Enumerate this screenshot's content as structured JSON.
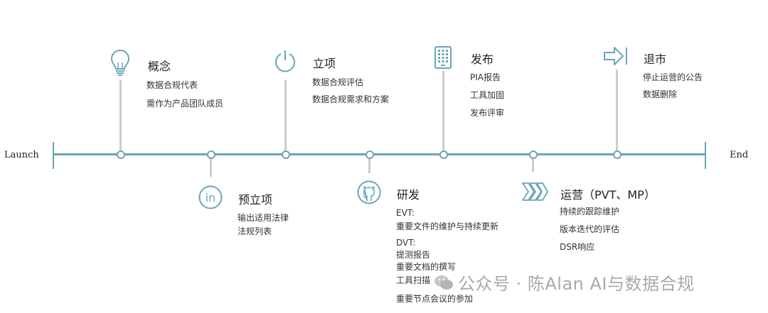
{
  "timeline": {
    "start_label": "Launch",
    "end_label": "End",
    "line_color": "#6aa6b5",
    "stems_color": "#cccccc"
  },
  "stages": [
    {
      "title": "概念",
      "icon": "lightbulb-icon",
      "items": [
        "数据合规代表",
        "需作为产品团队成员"
      ]
    },
    {
      "title": "预立项",
      "icon": "linkedin-icon",
      "items": [
        "输出适用法律",
        "法规列表"
      ]
    },
    {
      "title": "立项",
      "icon": "power-icon",
      "items": [
        "数据合规评估",
        "数据合规需求和方案"
      ]
    },
    {
      "title": "研发",
      "icon": "github-icon",
      "items": [
        "EVT:",
        "重要文件的维护与持续更新",
        "DVT:",
        "提测报告",
        "重要文档的撰写",
        "工具扫描",
        "重要节点会议的参加"
      ]
    },
    {
      "title": "发布",
      "icon": "tablet-icon",
      "items": [
        "PIA报告",
        "工具加固",
        "发布评审"
      ]
    },
    {
      "title": "运营（PVT、MP）",
      "icon": "chevrons-icon",
      "items": [
        "持续的跟踪维护",
        "版本迭代的评估",
        "DSR响应"
      ]
    },
    {
      "title": "退市",
      "icon": "exit-arrow-icon",
      "items": [
        "停止运营的公告",
        "数据删除"
      ]
    }
  ],
  "watermark": {
    "text": "公众号 · 陈Alan AI与数据合规",
    "icon": "wechat-icon"
  }
}
